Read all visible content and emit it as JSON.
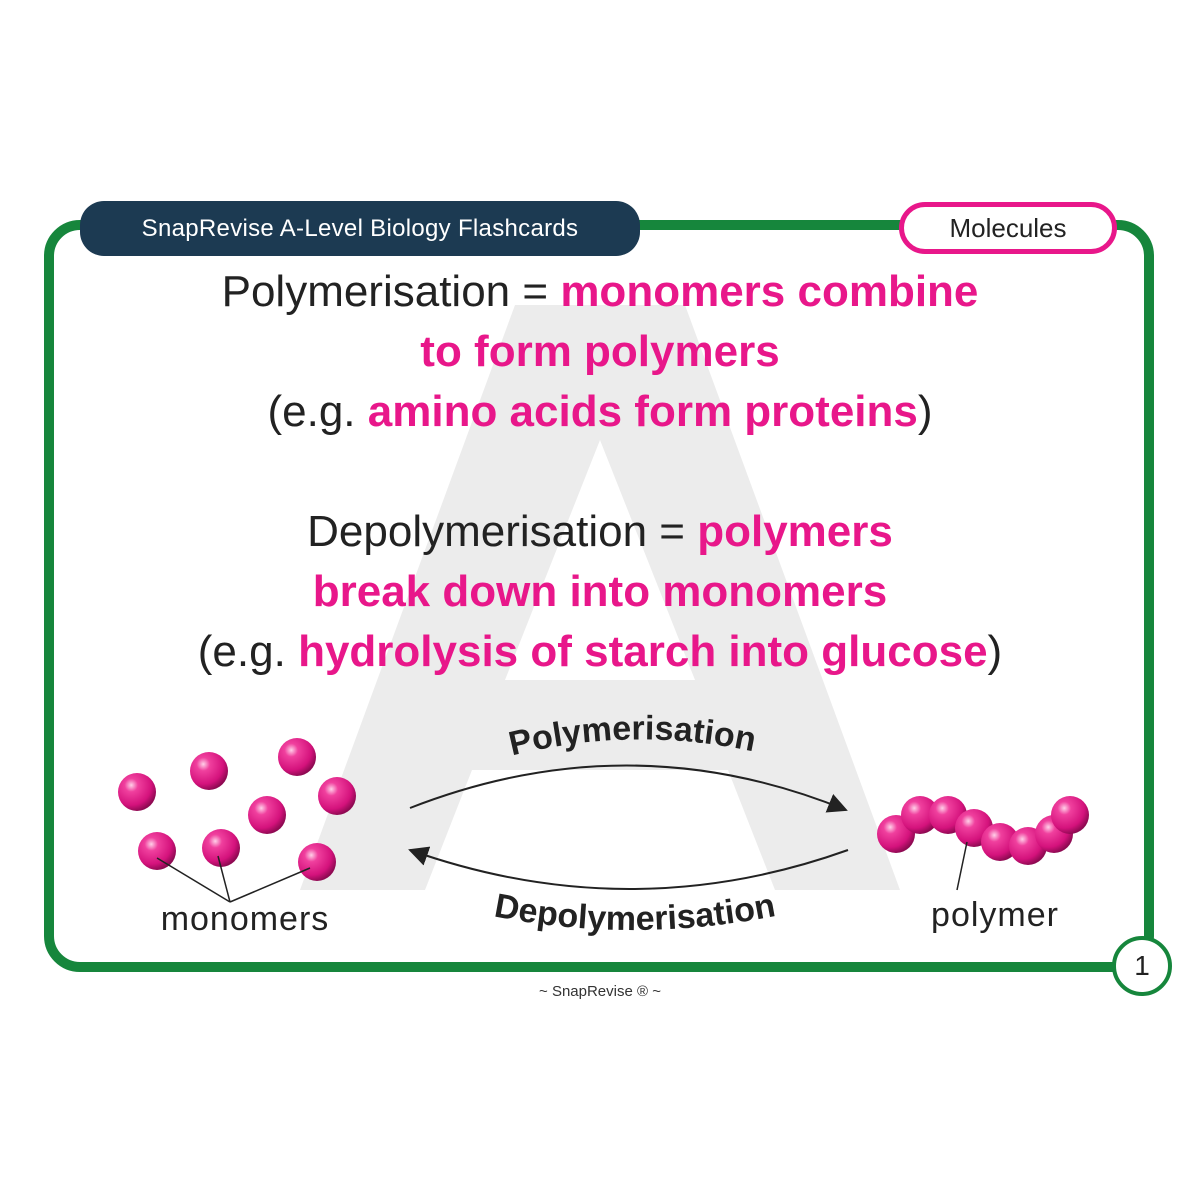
{
  "header": {
    "title": "SnapRevise A-Level Biology Flashcards",
    "topic": "Molecules"
  },
  "watermark": {
    "letter": "A"
  },
  "definitions": [
    {
      "term": "Polymerisation",
      "separator": " = ",
      "definition_line1": "monomers combine",
      "definition_line2": "to form polymers",
      "example_open": "(e.g. ",
      "example": "amino acids form proteins",
      "example_close": ")"
    },
    {
      "term": "Depolymerisation",
      "separator": " = ",
      "definition_line1": "polymers",
      "definition_line2": "break down into monomers",
      "example_open": "(e.g. ",
      "example": "hydrolysis of starch into glucose",
      "example_close": ")"
    }
  ],
  "diagram": {
    "monomers_label": "monomers",
    "polymer_label": "polymer",
    "forward_arrow_label": "Polymerisation",
    "reverse_arrow_label": "Depolymerisation",
    "bead_color": "#e8178a"
  },
  "page_number": "1",
  "footer": "~ SnapRevise ® ~",
  "colors": {
    "accent": "#e8178a",
    "border": "#16863c",
    "header_bg": "#1c3a52"
  }
}
